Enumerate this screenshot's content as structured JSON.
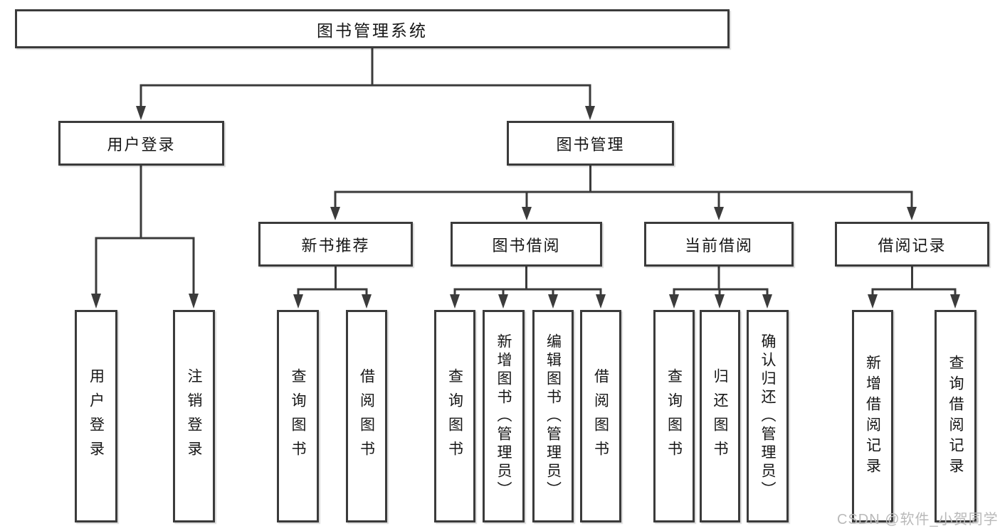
{
  "tree": {
    "root": {
      "label": "图书管理系统",
      "children": [
        {
          "label": "用户登录",
          "children": [
            {
              "label": "用户登录"
            },
            {
              "label": "注销登录"
            }
          ]
        },
        {
          "label": "图书管理",
          "children": [
            {
              "label": "新书推荐",
              "children": [
                {
                  "label": "查询图书"
                },
                {
                  "label": "借阅图书"
                }
              ]
            },
            {
              "label": "图书借阅",
              "children": [
                {
                  "label": "查询图书"
                },
                {
                  "label": "新增图书（管理员）"
                },
                {
                  "label": "编辑图书（管理员）"
                },
                {
                  "label": "借阅图书"
                }
              ]
            },
            {
              "label": "当前借阅",
              "children": [
                {
                  "label": "查询图书"
                },
                {
                  "label": "归还图书"
                },
                {
                  "label": "确认归还（管理员）"
                }
              ]
            },
            {
              "label": "借阅记录",
              "children": [
                {
                  "label": "新增借阅记录"
                },
                {
                  "label": "查询借阅记录"
                }
              ]
            }
          ]
        }
      ]
    }
  },
  "watermark": {
    "text": "CSDN @软件_小贺同学"
  },
  "colors": {
    "line": "#3b3b3b",
    "text": "#161616",
    "watermark": "#b9b9b9",
    "background": "#ffffff"
  }
}
